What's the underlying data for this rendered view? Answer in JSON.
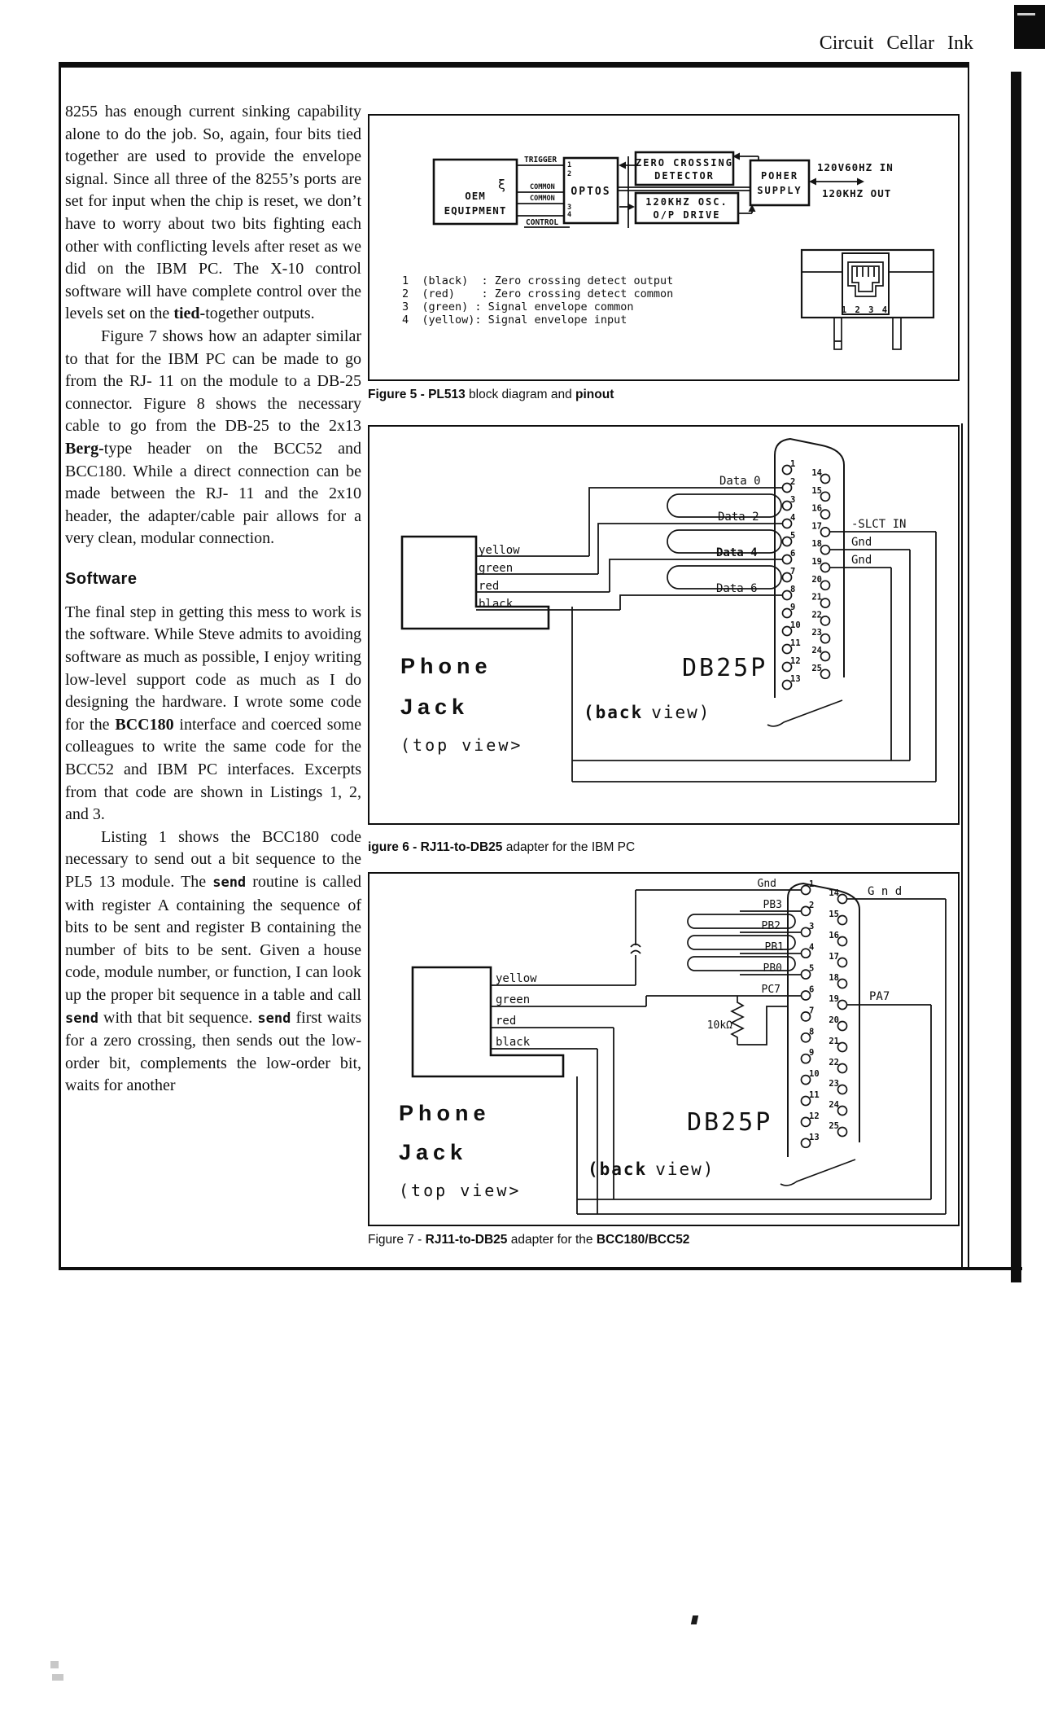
{
  "page": {
    "header": "Circuit Cellar Ink"
  },
  "article": {
    "heading": "Software",
    "p1": [
      {
        "t": "8255 has enough current sinking capability alone to do the job. So, again, four bits tied together are used to provide the envelope signal. Since all three of the 8255’s ports are set for input when the chip is reset, we don’t have to worry about two bits fighting each other with conflicting levels after reset as we did on the IBM PC. The X-10 control software will have complete control over the levels set on the "
      },
      {
        "t": "tied-",
        "b": 1
      },
      {
        "t": "together outputs."
      }
    ],
    "p2": [
      {
        "t": "Figure 7 shows how an adapter similar to that for the IBM PC can be made to go from the RJ- 11 on the module to a DB-25 connector. Figure 8 shows the necessary cable to go from the DB-25 to the 2x13 "
      },
      {
        "t": "Berg-",
        "b": 1
      },
      {
        "t": "type header on the BCC52 and BCC180. While a direct connection can be made between the RJ- 11 and the 2x10 header, the adapter/cable pair allows for a very clean, modular connection."
      }
    ],
    "p3": [
      {
        "t": "The final step in getting this mess to work is the software. While Steve admits to avoiding software as much as possible, I enjoy writing low-level support code as much as I do designing the hardware. I wrote some code for the "
      },
      {
        "t": "BCC180",
        "b": 1
      },
      {
        "t": " interface and coerced some colleagues to write the same code for the BCC52 and IBM PC interfaces. Excerpts from that code are shown in Listings 1, 2, and 3."
      }
    ],
    "p4": [
      {
        "t": "Listing 1 shows the BCC180 code necessary to send out a bit sequence to the PL5 13 module. The "
      },
      {
        "t": "send",
        "b": 1,
        "m": 1
      },
      {
        "t": " routine is called with register A containing the sequence of bits to be sent and register B containing the number of bits to be sent. Given a house code, module number, or function, I can look up the proper bit sequence in a table and call "
      },
      {
        "t": "send",
        "b": 1,
        "m": 1
      },
      {
        "t": " with that bit sequence. "
      },
      {
        "t": "send",
        "b": 1,
        "m": 1
      },
      {
        "t": " first waits for a zero crossing, then sends out the low-order bit, complements the low-order bit, waits for another"
      }
    ]
  },
  "db25_pins": {
    "left": [
      "1",
      "2",
      "3",
      "4",
      "5",
      "6",
      "7",
      "8",
      "9",
      "10",
      "11",
      "12",
      "13"
    ],
    "right": [
      "14",
      "15",
      "16",
      "17",
      "18",
      "19",
      "20",
      "21",
      "22",
      "23",
      "24",
      "25"
    ]
  },
  "fig5": {
    "caption": [
      {
        "t": "Figure 5 - PL513",
        "b": 1
      },
      {
        "t": " block diagram and "
      },
      {
        "t": "pinout",
        "b": 1
      }
    ],
    "oem1": "OEM",
    "oem2": "EQUIPMENT",
    "squiggle": "ξ",
    "trigger": "TRIGGER",
    "common1": "COMMON",
    "common2": "COMMON",
    "control": "CONTROL",
    "optos": "OPTOS",
    "op1": "1",
    "op2": "2",
    "op3": "3",
    "op4": "4",
    "zcd1": "ZERO CROSSING",
    "zcd2": "DETECTOR",
    "osc1": "120KHZ OSC.",
    "osc2": "O/P DRIVE",
    "pwr1": "POHER",
    "pwr2": "SUPPLY",
    "ac_in": "120V60HZ IN",
    "ac_out": "120KHZ OUT",
    "pins": [
      "1  (black)  : Zero crossing detect output",
      "2  (red)    : Zero crossing detect common",
      "3  (green) : Signal envelope common",
      "4  (yellow): Signal envelope input"
    ],
    "rj_label": "1 2 3 4"
  },
  "fig6": {
    "caption": [
      {
        "t": "igure 6 - RJ11-to-DB25",
        "b": 1
      },
      {
        "t": " adapter for the IBM PC"
      }
    ],
    "jack_title": [
      "Phone",
      "Jack",
      "(top view>"
    ],
    "conn_title": [
      "DB25P",
      "(back",
      "view)"
    ],
    "wires": [
      "yellow",
      "green",
      "red",
      "black"
    ],
    "data": [
      "Data 0",
      "Data 2",
      "Data 4",
      "Data 6"
    ],
    "right": [
      "-SLCT IN",
      "Gnd",
      "Gnd"
    ]
  },
  "fig7": {
    "caption": [
      {
        "t": "Figure 7 - "
      },
      {
        "t": "RJ11-to-DB25",
        "b": 1
      },
      {
        "t": " adapter for the "
      },
      {
        "t": "BCC180/BCC52",
        "b": 1
      }
    ],
    "jack_title": [
      "Phone",
      "Jack",
      "(top view>"
    ],
    "conn_title": [
      "DB25P",
      "(back",
      "view)"
    ],
    "wires": [
      "yellow",
      "green",
      "red",
      "black"
    ],
    "pins_l": [
      "Gnd",
      "PB3",
      "PB2",
      "PB1",
      "PB0",
      "PC7"
    ],
    "right": [
      "G n d",
      "PA7"
    ],
    "resistor": "10kΩ"
  }
}
